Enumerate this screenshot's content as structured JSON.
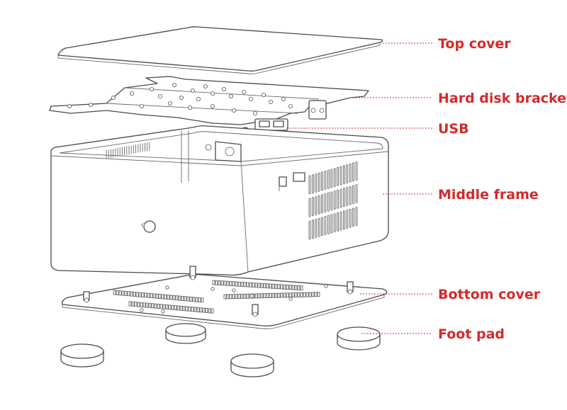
{
  "colors": {
    "accent": "#d42a2a",
    "outline": "#4a4a4a"
  },
  "labels": {
    "top_cover": "Top cover",
    "hard_disk_bracket": "Hard disk bracket",
    "usb": "USB",
    "middle_frame": "Middle frame",
    "bottom_cover": "Bottom cover",
    "foot_pad": "Foot pad"
  }
}
